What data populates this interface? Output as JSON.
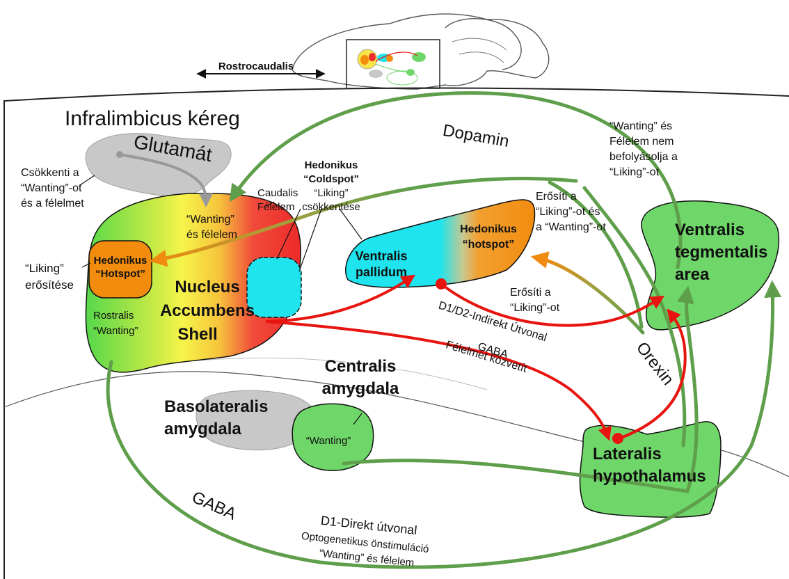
{
  "inset": {
    "axis_label": "Rostrocaudalis"
  },
  "regions": {
    "infralimbic": {
      "title": "Infralimbicus kéreg",
      "transmitter": "Glutamát"
    },
    "nacc": {
      "line1": "Nucleus",
      "line2": "Accumbens",
      "line3": "Shell"
    },
    "nacc_wanting_fear": {
      "line1": "“Wanting”",
      "line2": "és félelem"
    },
    "nacc_hotspot": {
      "line1": "Hedonikus",
      "line2": "“Hotspot”"
    },
    "nacc_rostral": {
      "line1": "Rostralis",
      "line2": "“Wanting”"
    },
    "vp": {
      "line1": "Ventralis",
      "line2": "pallidum"
    },
    "vp_hotspot": {
      "line1": "Hedonikus",
      "line2": "“hotspot”"
    },
    "vta": {
      "line1": "Ventralis",
      "line2": "tegmentalis",
      "line3": "area"
    },
    "lh": {
      "line1": "Lateralis",
      "line2": "hypothalamus"
    },
    "cea": {
      "line1": "Centralis",
      "line2": "amygdala",
      "inner": "“Wanting”"
    },
    "bla": {
      "line1": "Basolateralis",
      "line2": "amygdala"
    }
  },
  "annotations": {
    "reduces": {
      "line1": "Csökkenti a",
      "line2": "“Wanting”-ot",
      "line3": "és a félelmet"
    },
    "caudal_fear": {
      "line1": "Caudalis",
      "line2": "Félelem"
    },
    "liking_enhance": {
      "line1": "“Liking”",
      "line2": "erősítése"
    },
    "coldspot": {
      "line1": "Hedonikus",
      "line2": "“Coldspot”",
      "line3": "“Liking”",
      "line4": "csökkentése"
    },
    "enhance_both": {
      "line1": "Erősíti a",
      "line2": "“Liking”-ot és",
      "line3": "a “Wanting”-ot"
    },
    "enhance_liking": {
      "line1": "Erősíti a",
      "line2": "“Liking”-ot"
    },
    "not_affect": {
      "line1": "“Wanting” és",
      "line2": "Félelem nem",
      "line3": "befolyásolja a",
      "line4": "“Liking”-ot"
    }
  },
  "pathways": {
    "dopamin": "Dopamin",
    "orexin": "Orexin",
    "gaba": "GABA",
    "indirect": {
      "line1": "D1/D2-Indirekt Útvonal",
      "line2": "GABA",
      "line3": "Félelmet közvetít"
    },
    "direct": {
      "line1": "D1-Direkt útvonal",
      "line2": "Optogenetikus önstimuláció",
      "line3": "“Wanting” és félelem"
    }
  },
  "colors": {
    "green_region": "#6fd66a",
    "green_arrow": "#5f9e4a",
    "red_arrow": "#e8140f",
    "orange": "#f28c0f",
    "cyan": "#1fe4ee",
    "gray_region": "#c8c8c8",
    "gradient_red": "#ee2a2a",
    "gradient_yellow": "#f5f04a",
    "gradient_green": "#56d84a"
  }
}
